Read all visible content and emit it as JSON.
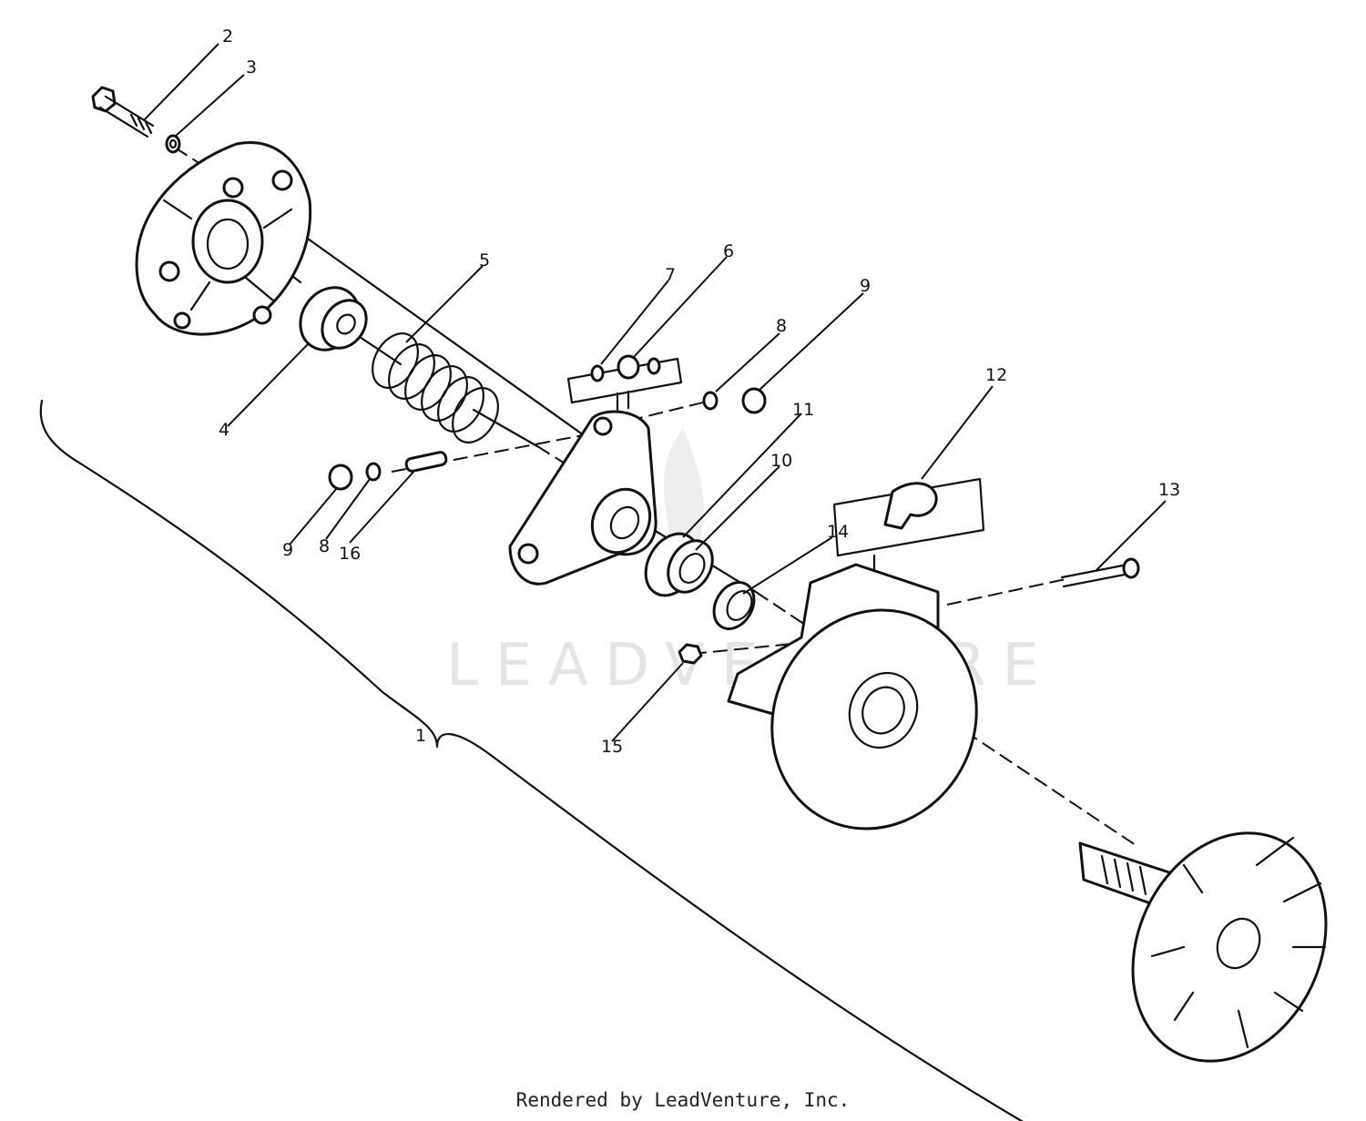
{
  "diagram": {
    "callouts": [
      "1",
      "2",
      "3",
      "4",
      "5",
      "6",
      "7",
      "8",
      "9",
      "10",
      "11",
      "12",
      "13",
      "14",
      "15",
      "16",
      "8",
      "9"
    ],
    "watermark": "LEADVENTURE"
  },
  "footer": {
    "text": "Rendered by LeadVenture, Inc."
  }
}
